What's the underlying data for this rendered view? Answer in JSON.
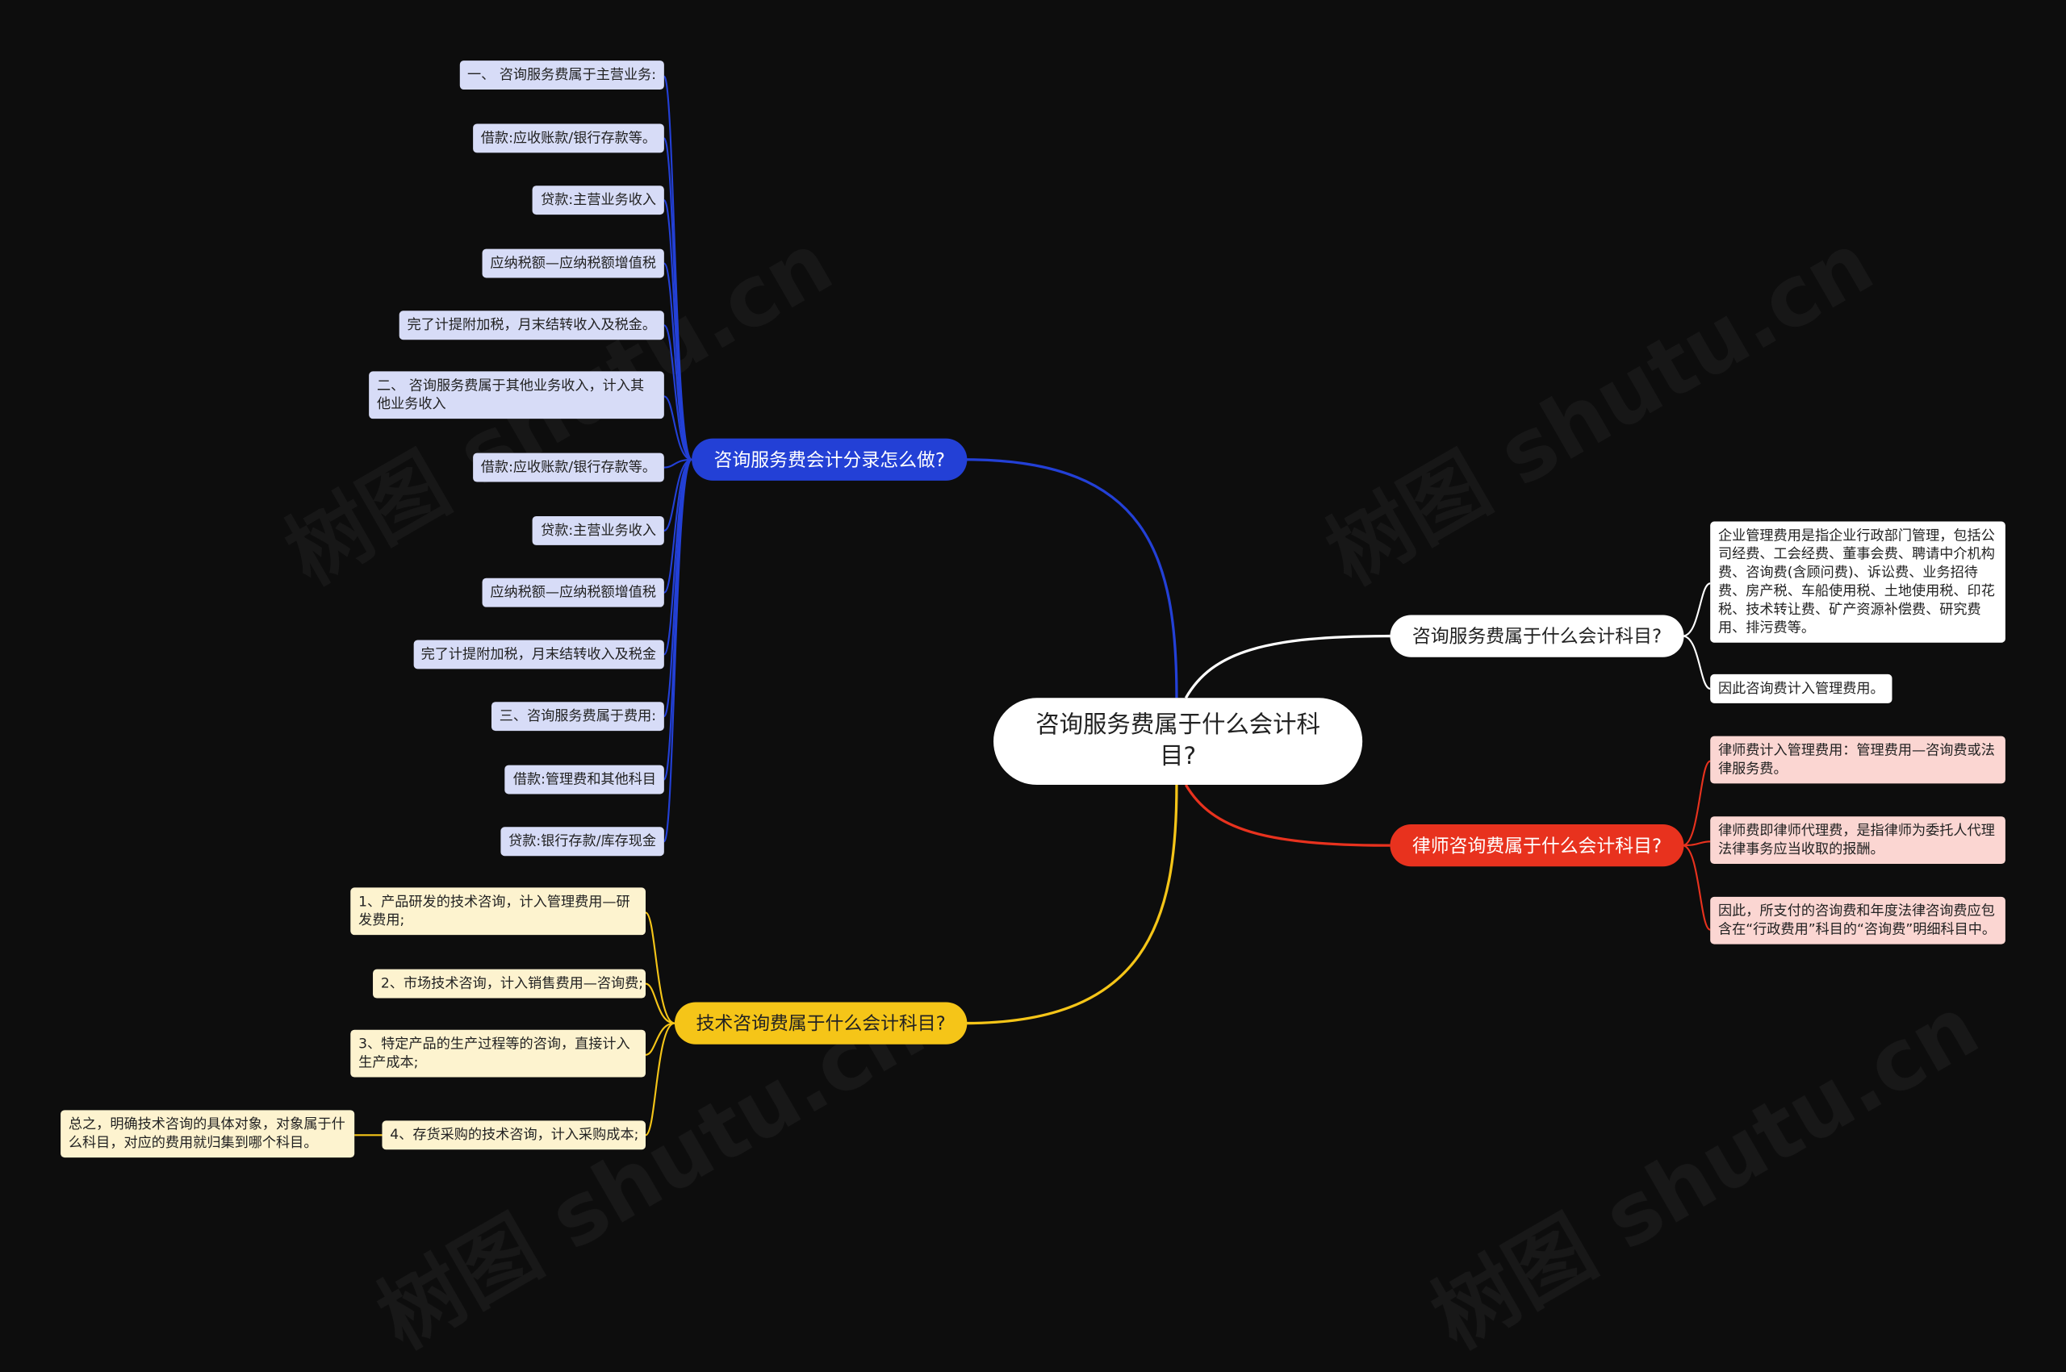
{
  "root": {
    "title": "咨询服务费属于什么会计科目?"
  },
  "watermark": "树图 shutu.cn",
  "branches": {
    "blue": {
      "label": "咨询服务费会计分录怎么做?",
      "color": "#2340d6",
      "leaves": [
        "一、 咨询服务费属于主营业务:",
        "借款:应收账款/银行存款等。",
        "贷款:主营业务收入",
        "应纳税额—应纳税额增值税",
        "完了计提附加税，月末结转收入及税金。",
        "二、 咨询服务费属于其他业务收入，计入其他业务收入",
        "借款:应收账款/银行存款等。",
        "贷款:主营业务收入",
        "应纳税额—应纳税额增值税",
        "完了计提附加税，月末结转收入及税金",
        "三、咨询服务费属于费用:",
        "借款:管理费和其他科目",
        "贷款:银行存款/库存现金"
      ]
    },
    "yellow": {
      "label": "技术咨询费属于什么会计科目?",
      "color": "#f5c518",
      "leaves": [
        "1、产品研发的技术咨询，计入管理费用—研发费用;",
        "2、市场技术咨询，计入销售费用—咨询费;",
        "3、特定产品的生产过程等的咨询，直接计入生产成本;",
        "4、存货采购的技术咨询，计入采购成本;"
      ],
      "sub_leaf": "总之，明确技术咨询的具体对象，对象属于什么科目，对应的费用就归集到哪个科目。"
    },
    "white": {
      "label": "咨询服务费属于什么会计科目?",
      "color": "#ffffff",
      "leaves": [
        "企业管理费用是指企业行政部门管理，包括公司经费、工会经费、董事会费、聘请中介机构费、咨询费(含顾问费)、诉讼费、业务招待费、房产税、车船使用税、土地使用税、印花税、技术转让费、矿产资源补偿费、研究费用、排污费等。",
        "因此咨询费计入管理费用。"
      ]
    },
    "red": {
      "label": "律师咨询费属于什么会计科目?",
      "color": "#e8321e",
      "leaves": [
        "律师费计入管理费用：管理费用—咨询费或法律服务费。",
        "律师费即律师代理费，是指律师为委托人代理法律事务应当收取的报酬。",
        "因此，所支付的咨询费和年度法律咨询费应包含在“行政费用”科目的“咨询费”明细科目中。"
      ]
    }
  }
}
